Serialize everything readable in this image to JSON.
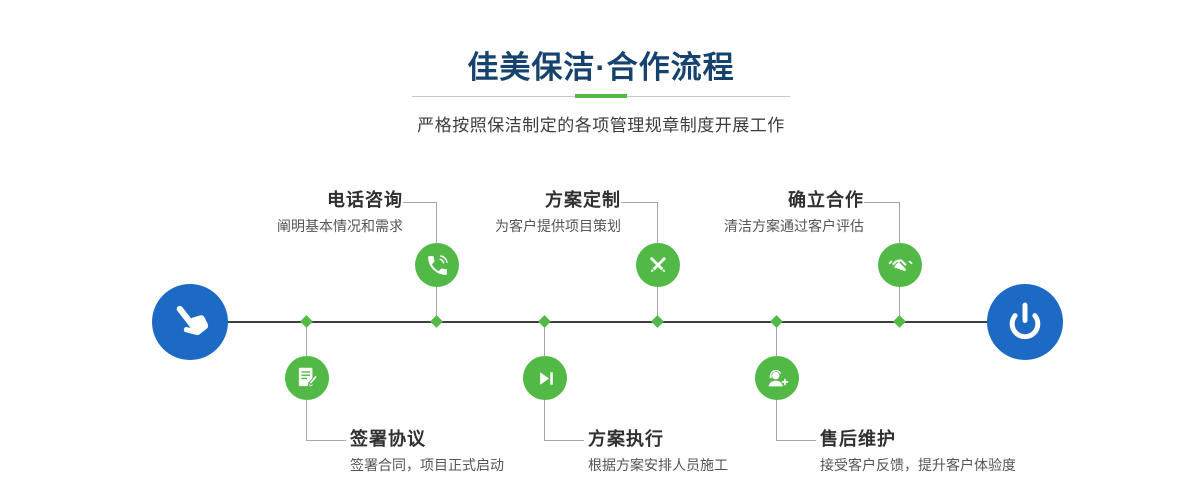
{
  "header": {
    "title": "佳美保洁·合作流程",
    "subtitle": "严格按照保洁制定的各项管理规章制度开展工作"
  },
  "colors": {
    "accent_green": "#52b946",
    "brand_blue": "#1c6ac4",
    "title_navy": "#16426e",
    "line_dark": "#3f3f3f",
    "connector_gray": "#a6a6a6"
  },
  "steps_top": [
    {
      "title": "电话咨询",
      "desc": "阐明基本情况和需求",
      "icon": "phone-icon"
    },
    {
      "title": "方案定制",
      "desc": "为客户提供项目策划",
      "icon": "design-tools-icon"
    },
    {
      "title": "确立合作",
      "desc": "清洁方案通过客户评估",
      "icon": "handshake-icon"
    }
  ],
  "steps_bottom": [
    {
      "title": "签署协议",
      "desc": "签署合同，项目正式启动",
      "icon": "contract-sign-icon"
    },
    {
      "title": "方案执行",
      "desc": "根据方案安排人员施工",
      "icon": "play-next-icon"
    },
    {
      "title": "售后维护",
      "desc": "接受客户反馈，提升客户体验度",
      "icon": "customer-support-icon"
    }
  ],
  "endpoints": {
    "start_icon": "hand-pointer-icon",
    "end_icon": "power-icon"
  }
}
